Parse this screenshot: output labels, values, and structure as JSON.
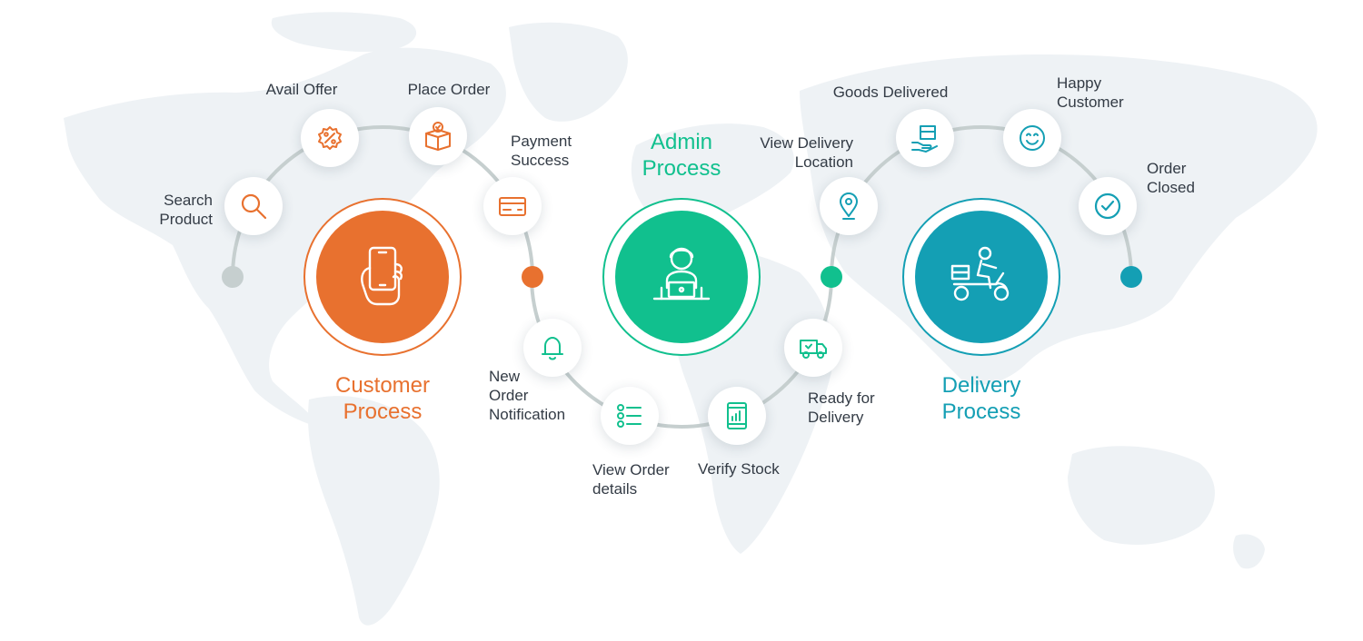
{
  "colors": {
    "customer": "#e8712f",
    "admin": "#11c08e",
    "delivery": "#149fb4",
    "connector": "#c6cfcf",
    "text": "#333b45",
    "map": "#eef2f5"
  },
  "customer": {
    "title": [
      "Customer",
      "Process"
    ],
    "steps": [
      {
        "lines": [
          "Search",
          "Product"
        ],
        "icon": "search-icon"
      },
      {
        "lines": [
          "Avail Offer"
        ],
        "icon": "percent-badge-icon"
      },
      {
        "lines": [
          "Place Order"
        ],
        "icon": "package-check-icon"
      },
      {
        "lines": [
          "Payment",
          "Success"
        ],
        "icon": "credit-card-icon"
      }
    ],
    "center_icon": "hand-holding-phone-icon"
  },
  "admin": {
    "title": [
      "Admin",
      "Process"
    ],
    "steps": [
      {
        "lines": [
          "New",
          "Order",
          "Notification"
        ],
        "icon": "bell-icon"
      },
      {
        "lines": [
          "View Order",
          "details"
        ],
        "icon": "checklist-icon"
      },
      {
        "lines": [
          "Verify Stock"
        ],
        "icon": "tablet-chart-icon"
      },
      {
        "lines": [
          "Ready for",
          "Delivery"
        ],
        "icon": "delivery-truck-icon"
      }
    ],
    "center_icon": "admin-laptop-icon"
  },
  "delivery": {
    "title": [
      "Delivery",
      "Process"
    ],
    "steps": [
      {
        "lines": [
          "View Delivery",
          "Location"
        ],
        "icon": "location-pin-icon"
      },
      {
        "lines": [
          "Goods Delivered"
        ],
        "icon": "hand-box-icon"
      },
      {
        "lines": [
          "Happy",
          "Customer"
        ],
        "icon": "smiley-icon"
      },
      {
        "lines": [
          "Order",
          "Closed"
        ],
        "icon": "check-circle-icon"
      }
    ],
    "center_icon": "scooter-rider-icon"
  }
}
